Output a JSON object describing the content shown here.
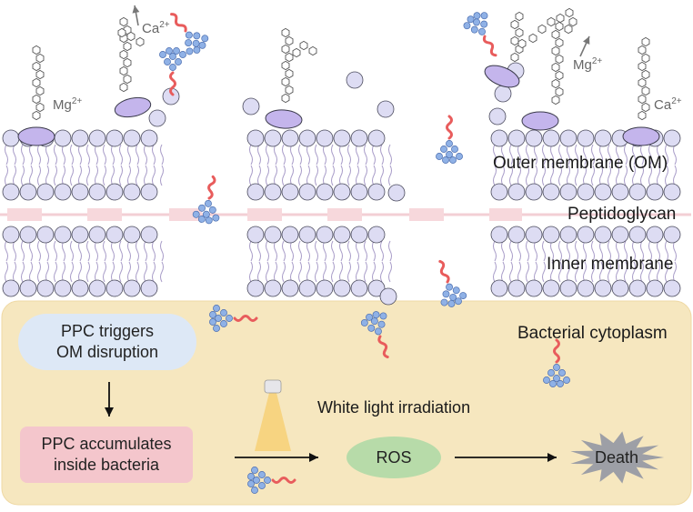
{
  "membrane_labels": {
    "outer": "Outer membrane (OM)",
    "peptidoglycan": "Peptidoglycan",
    "inner": "Inner membrane",
    "cytoplasm": "Bacterial cytoplasm"
  },
  "ions": [
    {
      "base": "Mg",
      "charge": "2+"
    },
    {
      "base": "Ca",
      "charge": "2+"
    },
    {
      "base": "Mg",
      "charge": "2+"
    },
    {
      "base": "Ca",
      "charge": "2+"
    }
  ],
  "flow": {
    "step1_line1": "PPC triggers",
    "step1_line2": "OM disruption",
    "step2_line1": "PPC accumulates",
    "step2_line2": "inside bacteria",
    "light": "White light irradiation",
    "ros": "ROS",
    "death": "Death"
  },
  "colors": {
    "cytoplasm": "#f6e7bf",
    "lipid_head": "#dddcf3",
    "lps_blob": "#c4b5ec",
    "peptidoglycan": "#f7d8dc",
    "step1_box": "#dde8f6",
    "step2_box": "#f4c6cc",
    "ros_box": "#b7dba9",
    "death_burst": "#9d9fa6",
    "ppc_linker": "#e85c5c",
    "ppc_core": "#8fb1e6"
  }
}
